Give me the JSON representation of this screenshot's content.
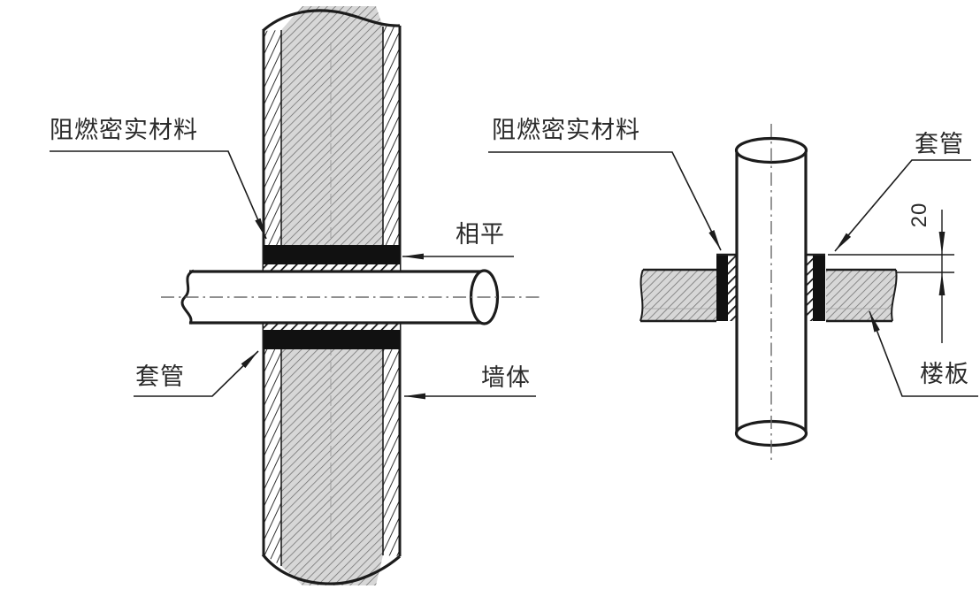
{
  "drawing": {
    "type": "technical-section-diagram",
    "subject": "pipe sleeve penetration details through wall and floor slab",
    "left_view": {
      "name": "pipe-through-wall-section",
      "labels": {
        "seal_material": "阻燃密实材料",
        "flush": "相平",
        "sleeve": "套管",
        "wall": "墙体"
      }
    },
    "right_view": {
      "name": "pipe-through-floor-section",
      "labels": {
        "seal_material": "阻燃密实材料",
        "sleeve": "套管",
        "floor_slab": "楼板"
      },
      "dimensions": {
        "sleeve_above_floor": "20"
      }
    },
    "colors": {
      "line": "#1c1c1c",
      "hatch_background": "#d7d7d7",
      "hatch_line": "#6f6f6f",
      "solid_fill": "#111111",
      "centerline": "#6a6a6a",
      "text": "#2b2b2b",
      "background": "#ffffff"
    }
  }
}
